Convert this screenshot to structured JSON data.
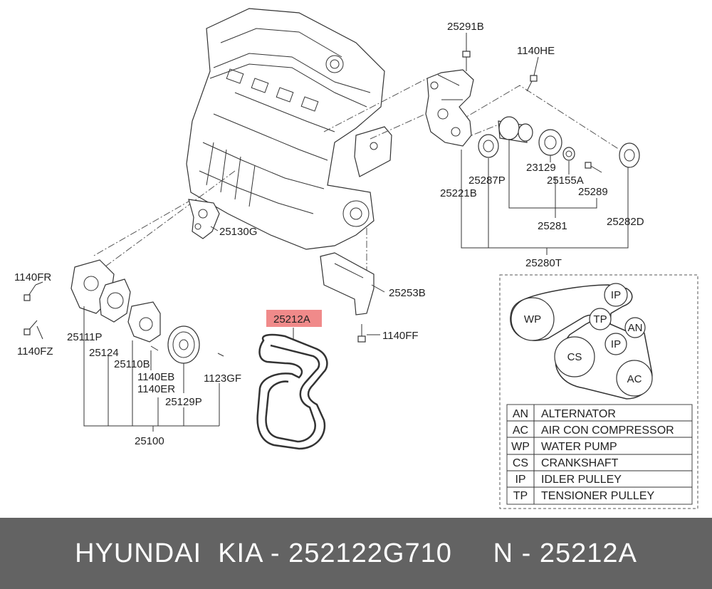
{
  "parts": {
    "p25291B": "25291B",
    "p1140HE": "1140HE",
    "p23129": "23129",
    "p25155A": "25155A",
    "p25287P": "25287P",
    "p25221B": "25221B",
    "p25289": "25289",
    "p25281": "25281",
    "p25282D": "25282D",
    "p25280T": "25280T",
    "p25130G": "25130G",
    "p1140FR": "1140FR",
    "p1140FZ": "1140FZ",
    "p25111P": "25111P",
    "p25124": "25124",
    "p25110B": "25110B",
    "p1140EB": "1140EB",
    "p1140ER": "1140ER",
    "p25129P": "25129P",
    "p1123GF": "1123GF",
    "p25100": "25100",
    "p25253B": "25253B",
    "p1140FF": "1140FF",
    "p25212A": "25212A"
  },
  "highlight_color": "#f08a8a",
  "belt_diagram": {
    "pulleys": {
      "wp": "WP",
      "ip1": "IP",
      "tp": "TP",
      "an": "AN",
      "ip2": "IP",
      "cs": "CS",
      "ac": "AC"
    },
    "legend": [
      {
        "code": "AN",
        "desc": "ALTERNATOR"
      },
      {
        "code": "AC",
        "desc": "AIR CON COMPRESSOR"
      },
      {
        "code": "WP",
        "desc": "WATER PUMP"
      },
      {
        "code": "CS",
        "desc": "CRANKSHAFT"
      },
      {
        "code": "IP",
        "desc": "IDLER PULLEY"
      },
      {
        "code": "TP",
        "desc": "TENSIONER PULLEY"
      }
    ]
  },
  "footer": {
    "text": "HYUNDAI  KIA - 252122G710     N - 25212A"
  }
}
